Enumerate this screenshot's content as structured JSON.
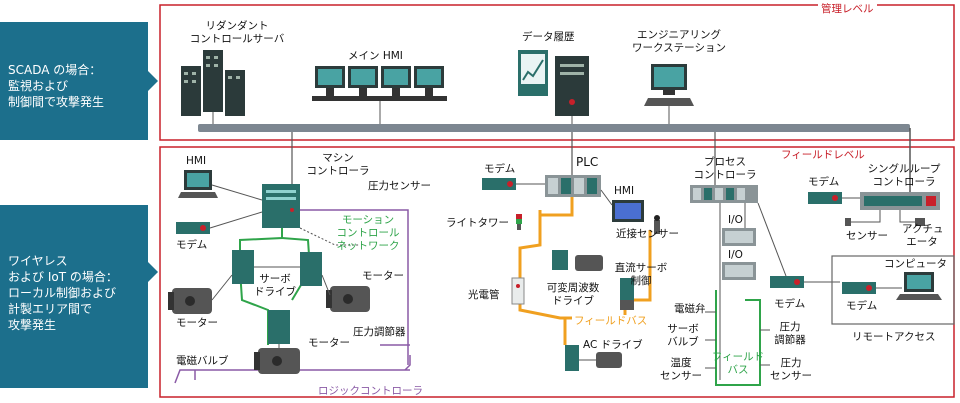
{
  "side_panels": {
    "scada": [
      "SCADA の場合：",
      "監視および",
      "制御間で攻撃発生"
    ],
    "wireless": [
      "ワイヤレス",
      "および IoT の場合：",
      "ローカル制御および",
      "計製エリア間で",
      "攻撃発生"
    ]
  },
  "levels": {
    "management": "管理レベル",
    "field": "フィールドレベル"
  },
  "management": {
    "redundant_server": [
      "リダンダント",
      "コントロールサーバ"
    ],
    "main_hmi": "メイン HMI",
    "data_history": "データ履歴",
    "engineering_ws": [
      "エンジニアリング",
      "ワークステーション"
    ]
  },
  "field": {
    "hmi": "HMI",
    "modem": "モデム",
    "machine_controller": [
      "マシン",
      "コントローラ"
    ],
    "pressure_sensor": "圧力センサー",
    "motion_network": [
      "モーション",
      "コントロール",
      "ネットワーク"
    ],
    "servo_drive": [
      "サーボ",
      "ドライブ"
    ],
    "motor": "モーター",
    "pressure_regulator": "圧力調節器",
    "solenoid_valve": "電磁バルブ",
    "logic_controller": "ロジックコントローラ",
    "plc": "PLC",
    "plc_modem": "モデム",
    "plc_hmi": "HMI",
    "light_tower": "ライトタワー",
    "proximity_sensor": "近接センサー",
    "dc_servo": [
      "直流サーボ",
      "制御"
    ],
    "photoelectric": "光電管",
    "vfd": [
      "可変周波数",
      "ドライブ"
    ],
    "fieldbus_1": "フィールドバス",
    "ac_drive": "AC ドライブ",
    "process_controller": [
      "プロセス",
      "コントローラ"
    ],
    "io_1": "I/O",
    "io_2": "I/O",
    "valve": "電磁弁",
    "servo_valve": [
      "サーボ",
      "バルブ"
    ],
    "temp_sensor": [
      "温度",
      "センサー"
    ],
    "fieldbus_2": [
      "フィールド",
      "バス"
    ],
    "proc_modem": "モデム",
    "pressure_regulator_2": [
      "圧力",
      "調節器"
    ],
    "pressure_sensor_2": [
      "圧力",
      "センサー"
    ],
    "single_loop_modem": "モデム",
    "single_loop": [
      "シングルループ",
      "コントローラ"
    ],
    "sensor": "センサー",
    "actuator": [
      "アクチュ",
      "エータ"
    ],
    "remote_modem": "モデム",
    "computer": "コンピュータ",
    "remote_access": "リモートアクセス"
  },
  "colors": {
    "accent_red": "#c8202a",
    "panel_teal": "#1c6f8c",
    "fieldbus_orange": "#f0a020",
    "network_green": "#2fa44a",
    "logic_purple": "#8a5aa6",
    "device_teal": "#2a6f6a"
  }
}
